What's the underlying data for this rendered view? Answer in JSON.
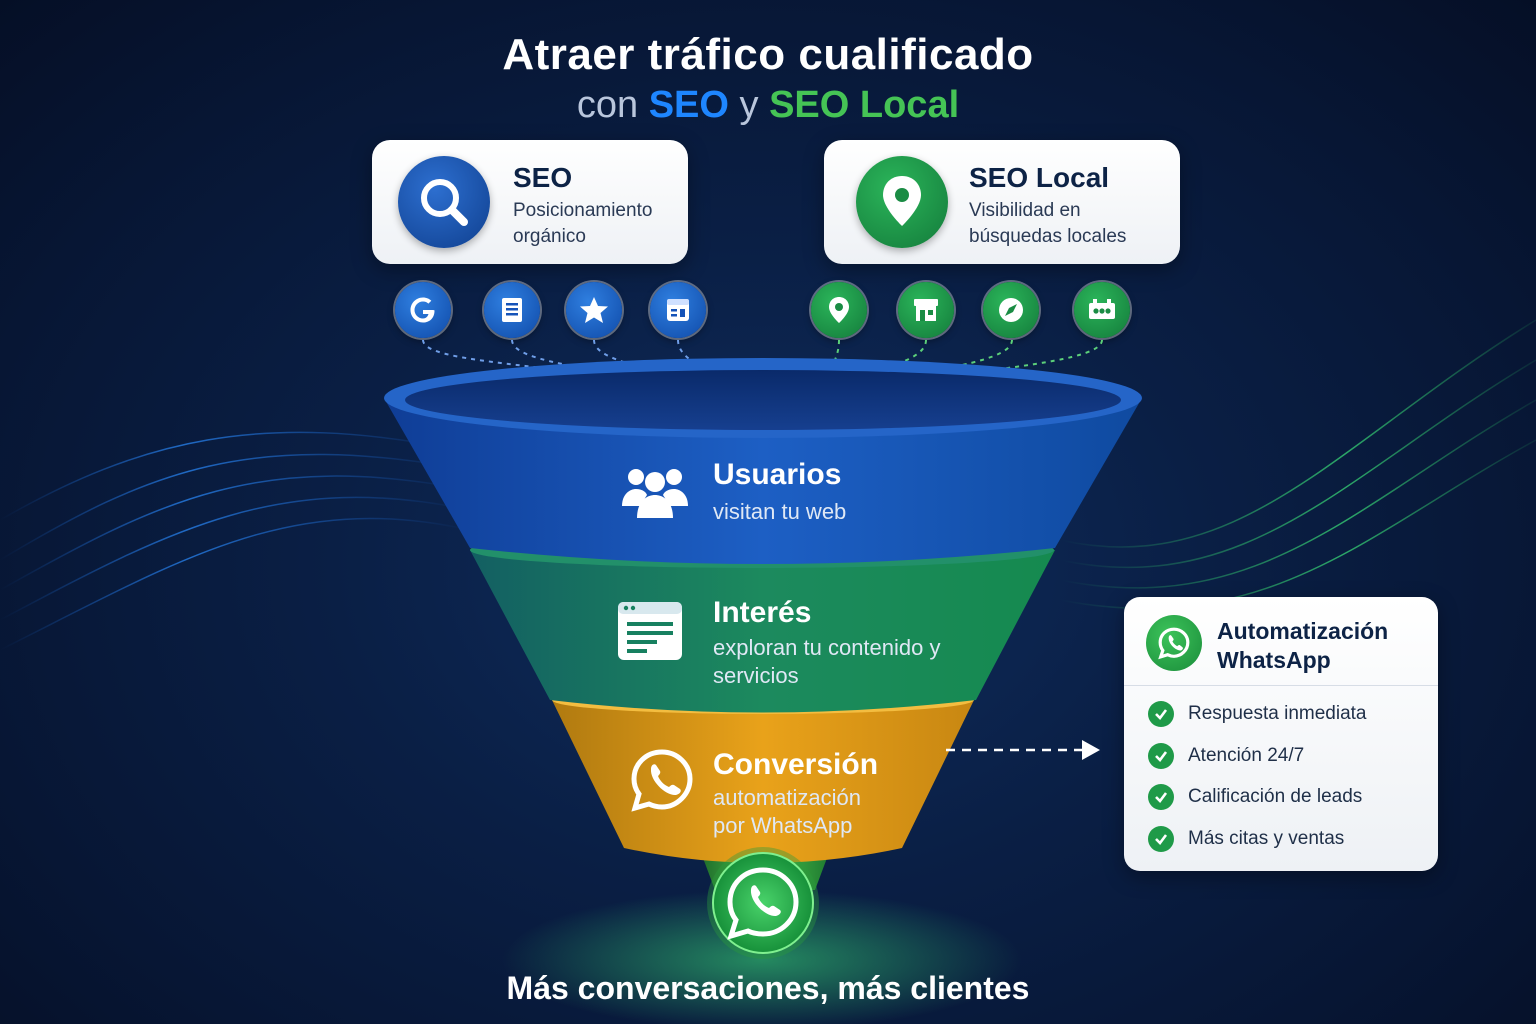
{
  "header": {
    "title": "Atraer tráfico cualificado",
    "subtitle_pre": "con",
    "subtitle_seo": "SEO",
    "subtitle_mid": "y",
    "subtitle_local": "SEO Local"
  },
  "cards": {
    "seo": {
      "title": "SEO",
      "desc": "Posicionamiento orgánico",
      "icon": "search-icon"
    },
    "local": {
      "title": "SEO Local",
      "desc": "Visibilidad en búsquedas locales",
      "icon": "map-pin-icon"
    }
  },
  "seo_icons": [
    "google-icon",
    "document-icon",
    "star-icon",
    "calendar-icon"
  ],
  "local_icons": [
    "map-pin-icon",
    "storefront-icon",
    "compass-icon",
    "rating-icon"
  ],
  "funnel": {
    "stages": [
      {
        "title": "Usuarios",
        "subtitle": "visitan tu web",
        "icon": "users-icon"
      },
      {
        "title": "Interés",
        "subtitle": "exploran tu contenido y servicios",
        "icon": "browser-content-icon"
      },
      {
        "title": "Conversión",
        "subtitle": "automatización por WhatsApp",
        "icon": "whatsapp-icon"
      }
    ]
  },
  "whatsapp_panel": {
    "title": "Automatización WhatsApp",
    "items": [
      "Respuesta inmediata",
      "Atención 24/7",
      "Calificación de leads",
      "Más citas y ventas"
    ]
  },
  "footer": {
    "text": "Más conversaciones, más clientes"
  },
  "colors": {
    "seo_blue": "#1e86ff",
    "local_green": "#45c455",
    "funnel_blue": "#1b5fc0",
    "funnel_green": "#1f8a5a",
    "funnel_orange": "#e9a21a",
    "whatsapp_green": "#25a244"
  }
}
